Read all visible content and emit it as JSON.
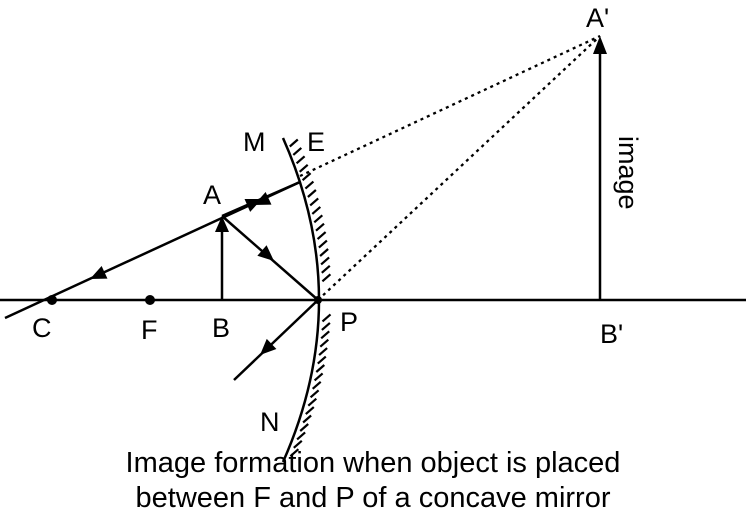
{
  "diagram": {
    "labels": {
      "C": "C",
      "F": "F",
      "B": "B",
      "A": "A",
      "M": "M",
      "E": "E",
      "P": "P",
      "N": "N",
      "B_prime": "B'",
      "A_prime": "A'",
      "image": "image"
    },
    "caption_line1": "Image formation when object is placed",
    "caption_line2": "between F and P of a concave mirror"
  },
  "colors": {
    "ink": "#000000",
    "background": "#ffffff"
  }
}
